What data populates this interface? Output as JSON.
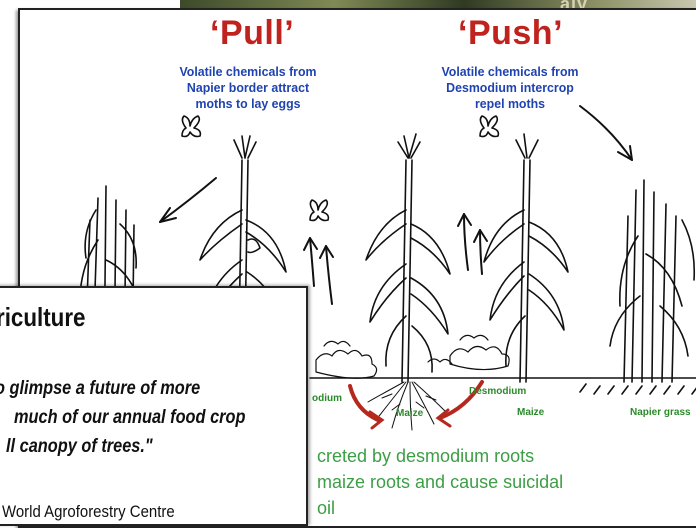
{
  "background": {
    "photo_text": "aly"
  },
  "diagram": {
    "pull_title": "‘Pull’",
    "push_title": "‘Push’",
    "pull_caption": [
      "Volatile chemicals from",
      "Napier border attract",
      "moths to lay eggs"
    ],
    "push_caption": [
      "Volatile chemicals from",
      "Desmodium intercrop",
      "repel moths"
    ],
    "labels": {
      "desmodium_left": "odium",
      "maize_under": "Maize",
      "desmodium_right": "Desmodium",
      "maize_right": "Maize",
      "napier": "Napier grass"
    },
    "colors": {
      "title": "#c0221d",
      "caption": "#1f43b0",
      "label": "#2a8a2a",
      "arrow_root": "#b5281d"
    }
  },
  "slide_text": {
    "line1": "creted by desmodium roots",
    "line2": "maize roots and cause suicidal",
    "line3": "oil",
    "color": "#3c9e45"
  },
  "overlay": {
    "title": "riculture",
    "quote_lines": [
      "o glimpse a future of more",
      "much of our annual food crop",
      "ll canopy of trees.\""
    ],
    "credit": "World Agroforestry Centre"
  }
}
